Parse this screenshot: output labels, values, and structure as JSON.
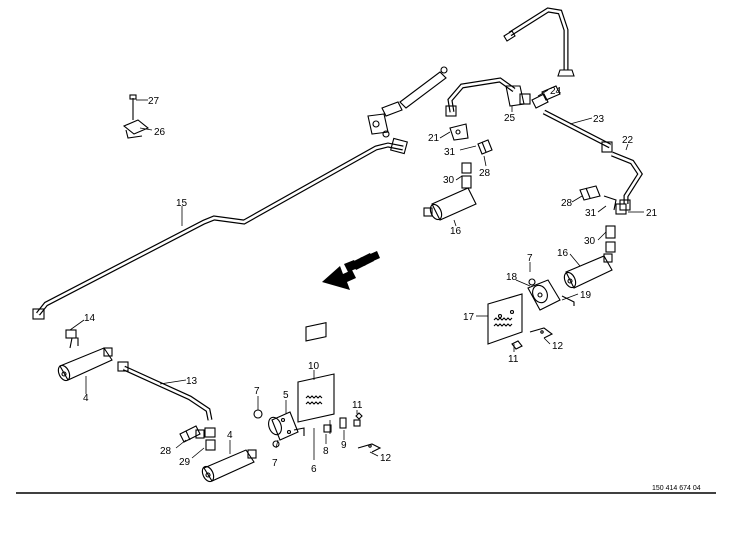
{
  "callouts": {
    "c27": "27",
    "c26": "26",
    "c15": "15",
    "c14": "14",
    "c4a": "4",
    "c13": "13",
    "c28a": "28",
    "c29": "29",
    "c4b": "4",
    "c7a": "7",
    "c5": "5",
    "c10": "10",
    "c7b": "7",
    "c6": "6",
    "c8": "8",
    "c9": "9",
    "c11a": "11",
    "c12a": "12",
    "c24": "24",
    "c25": "25",
    "c23": "23",
    "c21a": "21",
    "c31a": "31",
    "c28b": "28",
    "c30a": "30",
    "c16a": "16",
    "c22": "22",
    "c28c": "28",
    "c31b": "31",
    "c21b": "21",
    "c30b": "30",
    "c16b": "16",
    "c7c": "7",
    "c18": "18",
    "c19": "19",
    "c17": "17",
    "c12b": "12",
    "c11b": "11"
  },
  "reference_number": "150 414 674 04"
}
